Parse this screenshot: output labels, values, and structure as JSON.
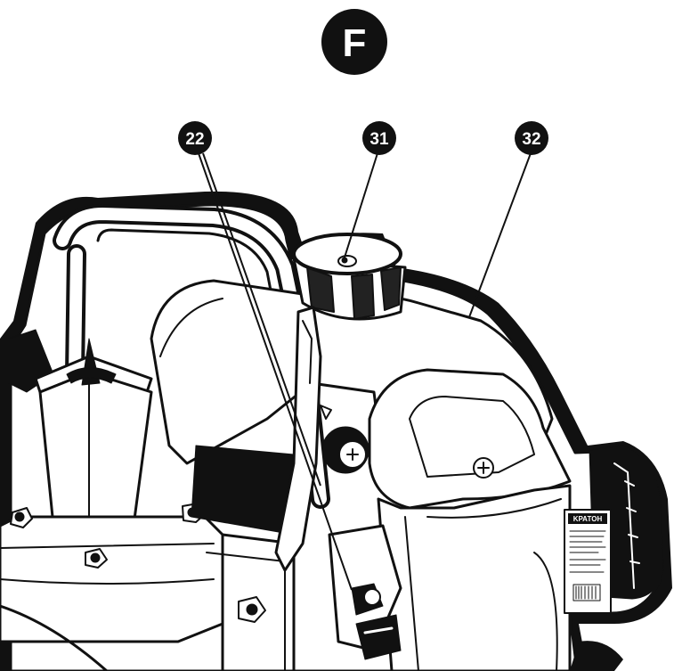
{
  "figure": {
    "section_letter": "F",
    "callouts": [
      {
        "number": "22",
        "part": "throttle-lever"
      },
      {
        "number": "31",
        "part": "fuel-tank-cap"
      },
      {
        "number": "32",
        "part": "fuel-tank"
      }
    ],
    "label_brand": "KРАТОН"
  },
  "colors": {
    "ink": "#111111",
    "paper": "#ffffff",
    "shade": "#2a2a2a"
  }
}
